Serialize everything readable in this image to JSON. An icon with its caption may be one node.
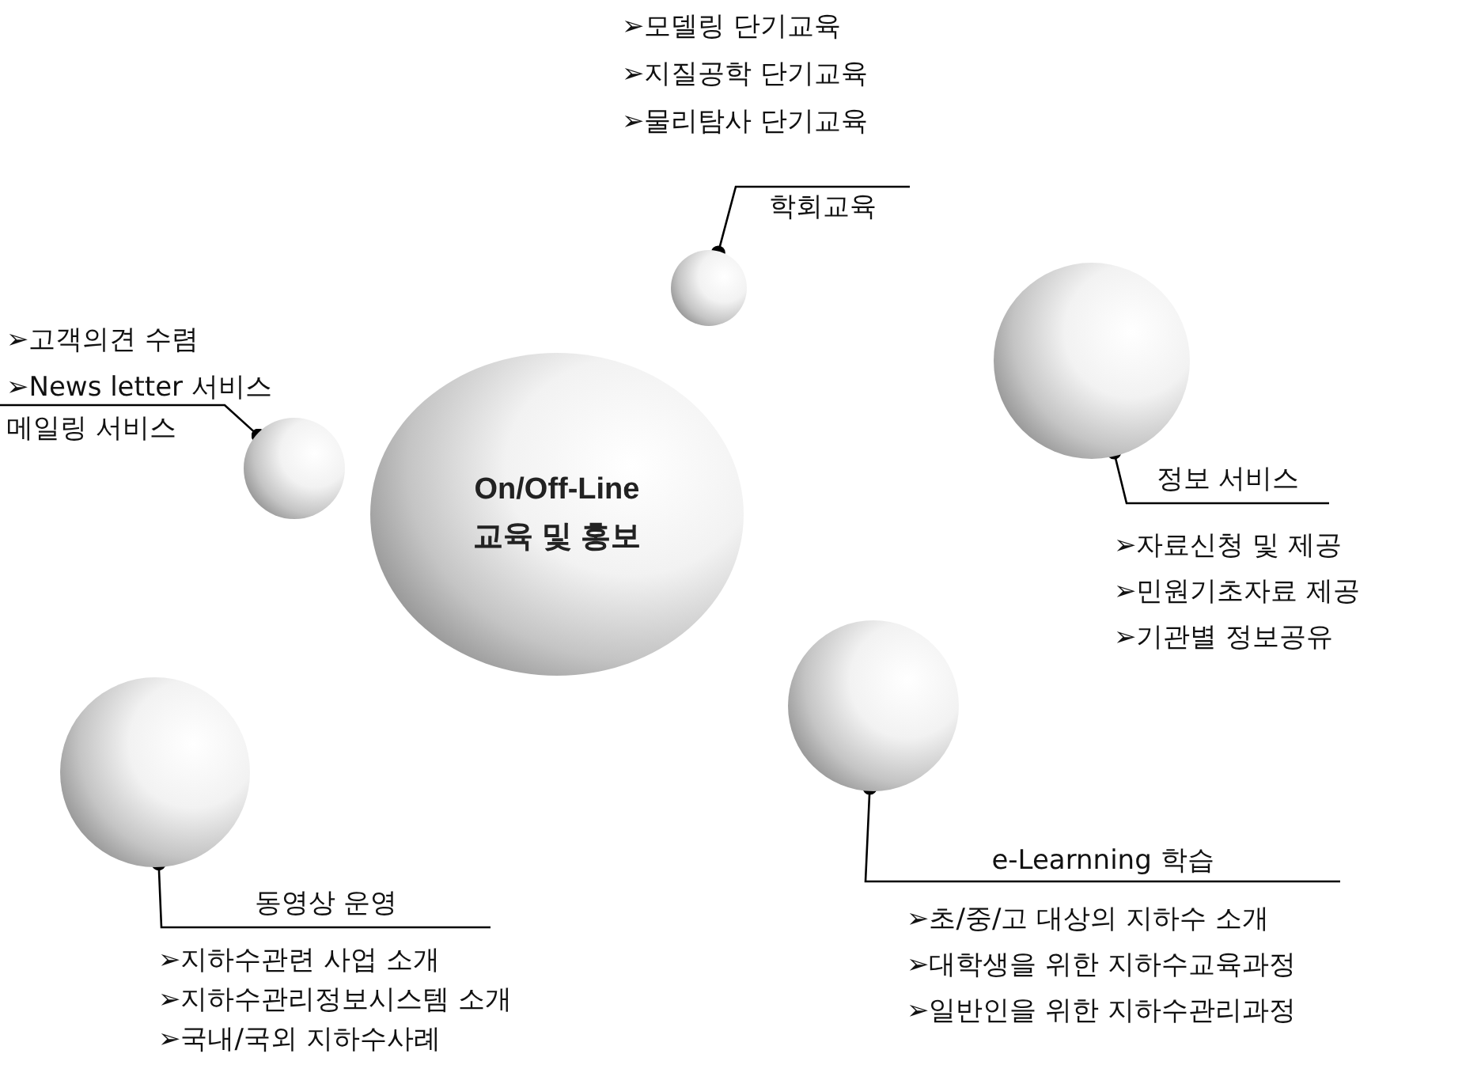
{
  "diagram": {
    "nodes": [
      {
        "text": [
          "On/Off-Line 교육 및 홍보"
        ]
      },
      {
        "text": [],
        "shape": "circle"
      },
      {
        "text": [
          "학회교육"
        ],
        "beside": [
          "➢모델링 단기교육",
          "➢지질공학 단기교육",
          "➢물리탐사 단기교육"
        ]
      },
      {
        "text": [],
        "shape": "circle"
      },
      {
        "text": [
          "메일링 서비스"
        ],
        "beside": [
          "➢고객의견 수렴",
          "➢News letter 서비스"
        ]
      },
      {
        "text": [],
        "shape": "circle"
      },
      {
        "text": [
          "정보 서비스"
        ],
        "beside": [
          "➢자료신청 및 제공",
          "➢민원기초자료 제공",
          "➢기관별 정보공유"
        ]
      },
      {
        "text": [],
        "shape": "circle"
      },
      {
        "text": [
          "동영상 운영"
        ],
        "beside": [
          "➢지하수관련 사업 소개",
          "➢지하수관리정보시스템 소개",
          "➢국내/국외 지하수사례"
        ]
      },
      {
        "text": [],
        "shape": "circle"
      },
      {
        "text": [
          "e-Learnning 학습"
        ],
        "beside": [
          "➢초/중/고 대상의 지하수 소개",
          "➢대학생을 위한 지하수교육과정",
          "➢일반인을 위한 지하수관리과정"
        ]
      }
    ],
    "edges": [
      {
        "from": 2,
        "to": 1,
        "arrow": "other"
      },
      {
        "from": 4,
        "to": 3,
        "arrow": "other"
      },
      {
        "from": 6,
        "to": 5,
        "arrow": "other"
      },
      {
        "from": 8,
        "to": 7,
        "arrow": "other"
      },
      {
        "from": 10,
        "to": 9,
        "arrow": "other"
      }
    ]
  }
}
